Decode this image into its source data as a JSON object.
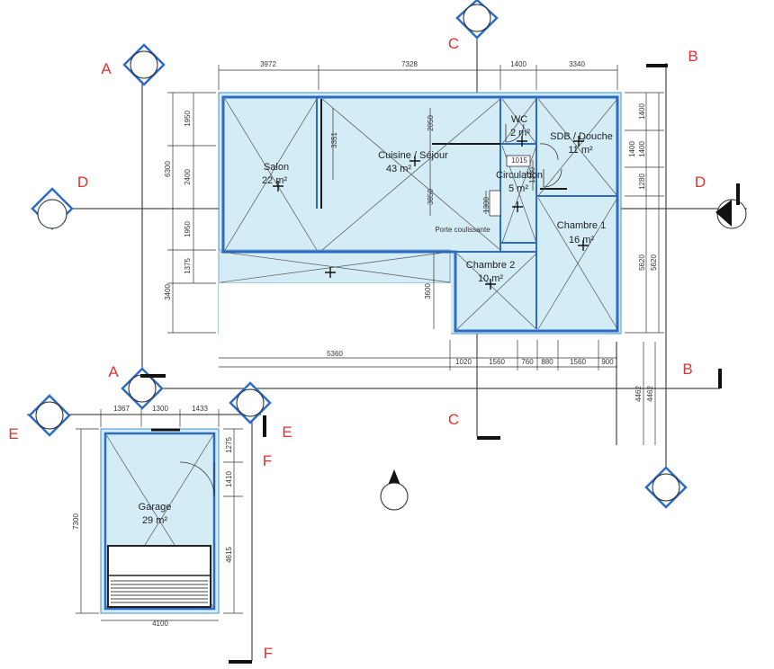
{
  "rooms": {
    "salon": {
      "name": "Salon",
      "area": "22 m²"
    },
    "cuisine": {
      "name": "Cuisine / Séjour",
      "area": "43 m²"
    },
    "wc": {
      "name": "WC",
      "area": "2 m²"
    },
    "sdb": {
      "name": "SDB / Douche",
      "area": "11 m²"
    },
    "circulation": {
      "name": "Circulation",
      "area": "5 m²"
    },
    "chambre1": {
      "name": "Chambre 1",
      "area": "16 m²"
    },
    "chambre2": {
      "name": "Chambre 2",
      "area": "10 m²"
    },
    "garage": {
      "name": "Garage",
      "area": "29 m²"
    }
  },
  "notes": {
    "porte_coulissante": "Porte coulissante"
  },
  "section_marks": {
    "a": "A",
    "b": "B",
    "c": "C",
    "d": "D",
    "e": "E",
    "f": "F"
  },
  "dimensions": {
    "top": [
      "3972",
      "7328",
      "1400",
      "3340"
    ],
    "bottom_total": "5360",
    "bottom_parts": [
      "1020",
      "1560",
      "760",
      "880",
      "1560",
      "900"
    ],
    "left_total_upper": "6300",
    "left_upper": [
      "1950",
      "2400",
      "1950"
    ],
    "left_total_lower": "3400",
    "left_lower": "1375",
    "inner": [
      "3351",
      "2050",
      "3850",
      "1015",
      "1360",
      "1300",
      "3600"
    ],
    "right": [
      "1400",
      "1400",
      "1280",
      "5620",
      "5620",
      "1400"
    ],
    "right_bottom": [
      "4462",
      "4462"
    ],
    "garage_top": [
      "1367",
      "1300",
      "1433"
    ],
    "garage_right": [
      "1275",
      "1410",
      "4615"
    ],
    "garage_left": "7300",
    "garage_bottom": "4100"
  },
  "colors": {
    "fill": "#d3ecf6",
    "wall": "#2d6cc0",
    "grid": "#222222",
    "mark": "#e03131"
  }
}
